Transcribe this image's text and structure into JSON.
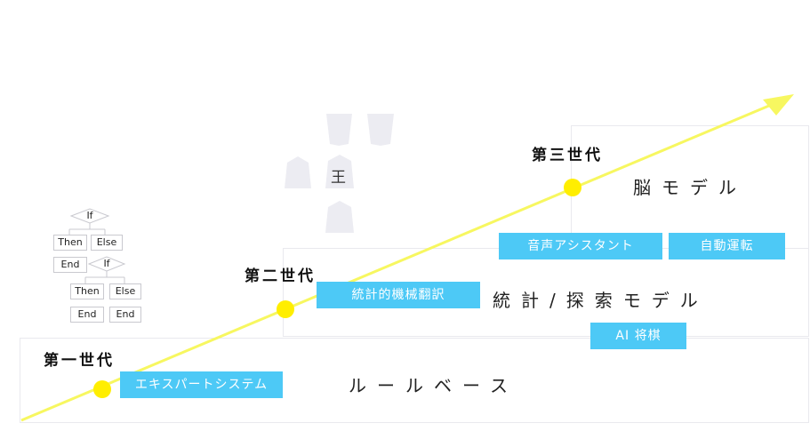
{
  "generations": {
    "first": "第一世代",
    "second": "第二世代",
    "third": "第三世代"
  },
  "models": {
    "rule_based": "ルールベース",
    "statistical": "統計/探索モデル",
    "brain": "脳モデル"
  },
  "applications": {
    "expert_system": "エキスパートシステム",
    "machine_translation": "統計的機械翻訳",
    "ai_shogi": "AI 将棋",
    "voice_assistant": "音声アシスタント",
    "autonomous_driving": "自動運転"
  },
  "flowchart": {
    "if_top": "If",
    "then_1": "Then",
    "else_1": "Else",
    "end_1": "End",
    "if_nested": "If",
    "then_2": "Then",
    "else_2": "Else",
    "end_2": "End",
    "end_3": "End"
  },
  "shogi": {
    "king_char": "王"
  },
  "colors": {
    "arrow": "#f7f760",
    "dot": "#ffee00",
    "tag_bg": "#4dc9f6",
    "panel_border": "#e9e9ee",
    "shogi_piece": "#ececf2"
  }
}
